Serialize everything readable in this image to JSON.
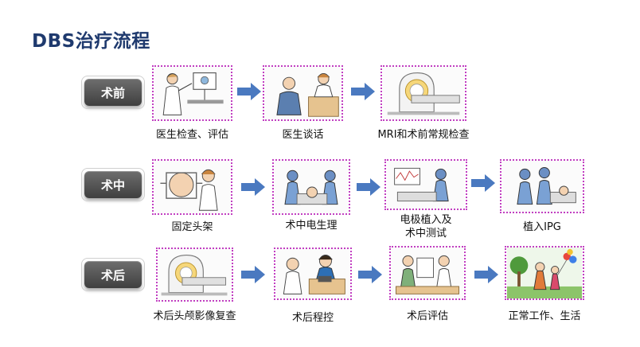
{
  "title": "DBS治疗流程",
  "stages": [
    {
      "label": "术前",
      "steps": [
        "医生检查、评估",
        "医生谈话",
        "MRI和术前常规检查"
      ]
    },
    {
      "label": "术中",
      "steps": [
        "固定头架",
        "术中电生理",
        "电极植入及",
        "术中测试",
        "植入IPG"
      ]
    },
    {
      "label": "术后",
      "steps": [
        "术后头颅影像复查",
        "术后程控",
        "术后评估",
        "正常工作、生活"
      ]
    }
  ],
  "colors": {
    "title": "#1f3a6e",
    "arrow": "#4a79c0",
    "dotted_border": "#c13fc1",
    "stage_button": "#4f4f4f"
  }
}
